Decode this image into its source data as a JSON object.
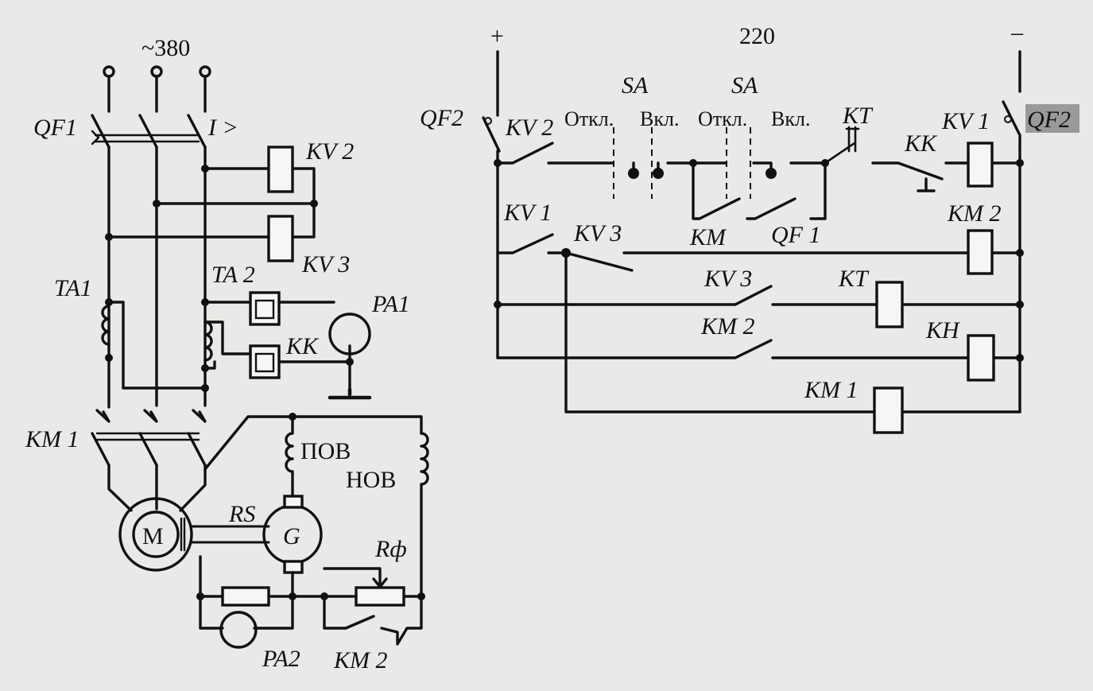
{
  "colors": {
    "paper": "#e9e9e7",
    "ink": "#111111",
    "highlight": "#9a9a9a"
  },
  "power": {
    "ac_supply": "~380",
    "dc_supply": "220",
    "plus": "+",
    "minus": "–"
  },
  "breakers": {
    "qf1": "QF1",
    "qf2_left": "QF2",
    "qf2_right": "QF2",
    "qf1_contact": "QF 1",
    "overcurrent": "I >"
  },
  "relays": {
    "kv1": "KV 1",
    "kv1_contact": "KV 1",
    "kv2": "KV 2",
    "kv2_contact": "KV 2",
    "kv3": "KV 3",
    "kv3_contact": "KV 3",
    "kv3_dc": "KV 3"
  },
  "contactors": {
    "km1_left": "KM 1",
    "km1_coil": "KM 1",
    "km2_coil": "KM 2",
    "km2_contact": "KM 2",
    "km2_bottom": "KM 2",
    "km_contact": "KM"
  },
  "timer": {
    "kt_contact": "KT",
    "kt_coil": "KT"
  },
  "thermal": {
    "kk_left": "KK",
    "kk_right": "KK"
  },
  "signal": {
    "kh": "KH"
  },
  "transformers": {
    "ta1": "TA1",
    "ta2": "TA 2"
  },
  "meters": {
    "pa1": "PA1",
    "pa2": "PA2"
  },
  "switch": {
    "sa1": "SA",
    "sa2": "SA",
    "off1": "Откл.",
    "on1": "Вкл.",
    "off2": "Откл.",
    "on2": "Вкл."
  },
  "machines": {
    "motor": "M",
    "generator": "G",
    "rs": "RS",
    "series_field": "ПОВ",
    "shunt_field": "НОВ",
    "rheostat": "Rф"
  }
}
